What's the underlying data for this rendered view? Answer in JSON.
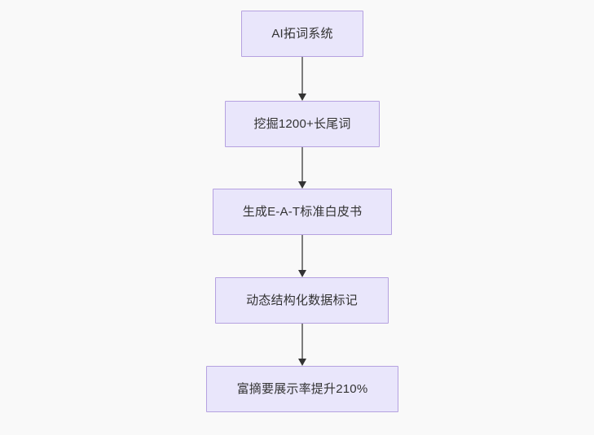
{
  "diagram": {
    "type": "flowchart",
    "direction": "top-to-bottom",
    "background_color": "#f9f9f9",
    "node_fill_color": "#e9e6fb",
    "node_border_color": "#b5a1e0",
    "node_text_color": "#333333",
    "edge_line_color": "#7d7d7d",
    "edge_arrow_color": "#333333",
    "nodes": [
      {
        "id": "node-1",
        "label": "AI拓词系统"
      },
      {
        "id": "node-2",
        "label": "挖掘1200+长尾词"
      },
      {
        "id": "node-3",
        "label": "生成E-A-T标准白皮书"
      },
      {
        "id": "node-4",
        "label": "动态结构化数据标记"
      },
      {
        "id": "node-5",
        "label": "富摘要展示率提升210%"
      }
    ],
    "edges": [
      {
        "id": "edge-1",
        "from": "node-1",
        "to": "node-2"
      },
      {
        "id": "edge-2",
        "from": "node-2",
        "to": "node-3"
      },
      {
        "id": "edge-3",
        "from": "node-3",
        "to": "node-4"
      },
      {
        "id": "edge-4",
        "from": "node-4",
        "to": "node-5"
      }
    ]
  }
}
